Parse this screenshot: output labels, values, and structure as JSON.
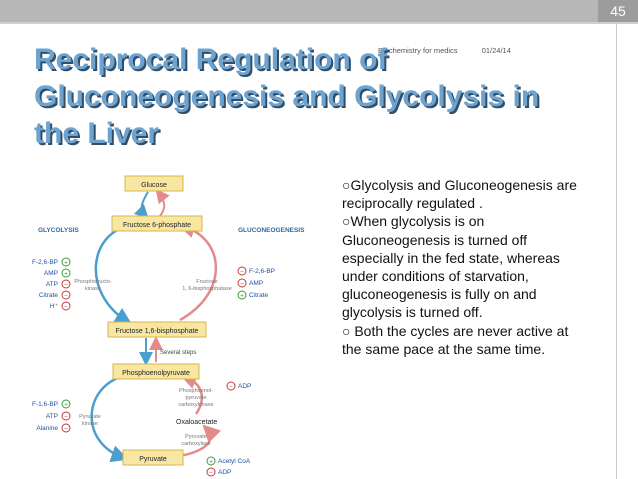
{
  "slide": {
    "page_number": "45",
    "footer_left": "Biochemistry for medics",
    "footer_date": "01/24/14",
    "title_lines": [
      "Reciprocal Regulation of",
      "Gluconeogenesis and Glycolysis in",
      "the Liver"
    ]
  },
  "body": {
    "paragraphs": [
      "○Glycolysis and Gluconeogenesis are reciprocally regulated .",
      "○When glycolysis is on Gluconeogenesis is turned off especially in the fed state, whereas under conditions of starvation, gluconeogenesis is fully on and glycolysis is turned off.",
      "○ Both the cycles are never active at the same pace at the same time."
    ]
  },
  "diagram": {
    "left_heading": "GLYCOLYSIS",
    "right_heading": "GLUCONEOGENESIS",
    "metabolites": {
      "glucose": "Glucose",
      "f6p": "Fructose 6-phosphate",
      "f16bp": "Fructose 1,6-bisphosphate",
      "pep": "Phosphoenolpyruvate",
      "oxaloacetate": "Oxaloacetate",
      "pyruvate": "Pyruvate"
    },
    "steps_label": "Several steps",
    "enzymes": {
      "pfk_line1": "Phosphofructo-",
      "pfk_line2": "kinase",
      "fbpase_line1": "Fructose",
      "fbpase_line2": "1, 6-bisphosphatase",
      "pk_line1": "Pyruvate",
      "pk_line2": "kinase",
      "pepck_line1": "Phosphoenol-",
      "pepck_line2": "pyruvate",
      "pepck_line3": "carboxykinase",
      "pc_line1": "Pyruvate",
      "pc_line2": "carboxylase"
    },
    "regulators_left_top": [
      {
        "name": "F-2,6-BP",
        "sign": "+"
      },
      {
        "name": "AMP",
        "sign": "+"
      },
      {
        "name": "ATP",
        "sign": "−"
      },
      {
        "name": "Citrate",
        "sign": "−"
      },
      {
        "name": "H⁺",
        "sign": "−"
      }
    ],
    "regulators_right_top": [
      {
        "name": "F-2,6-BP",
        "sign": "−"
      },
      {
        "name": "AMP",
        "sign": "−"
      },
      {
        "name": "Citrate",
        "sign": "+"
      }
    ],
    "regulators_left_bottom": [
      {
        "name": "F-1,6-BP",
        "sign": "+"
      },
      {
        "name": "ATP",
        "sign": "−"
      },
      {
        "name": "Alanine",
        "sign": "−"
      }
    ],
    "regulator_pepck": {
      "name": "ADP",
      "sign": "−"
    },
    "regulators_pc": [
      {
        "name": "Acetyl CoA",
        "sign": "+"
      },
      {
        "name": "ADP",
        "sign": "−"
      }
    ],
    "colors": {
      "box_fill": "#f7e7a3",
      "box_stroke": "#d9b64a",
      "glycolysis_arrow": "#4a9fd0",
      "gluconeo_arrow": "#e58a8a",
      "heading": "#2b6aa8",
      "enzyme_text": "#777777",
      "regulator_text": "#1e4f9c",
      "plus_circle": "#3a9b3a",
      "minus_circle": "#c43a3a"
    }
  }
}
